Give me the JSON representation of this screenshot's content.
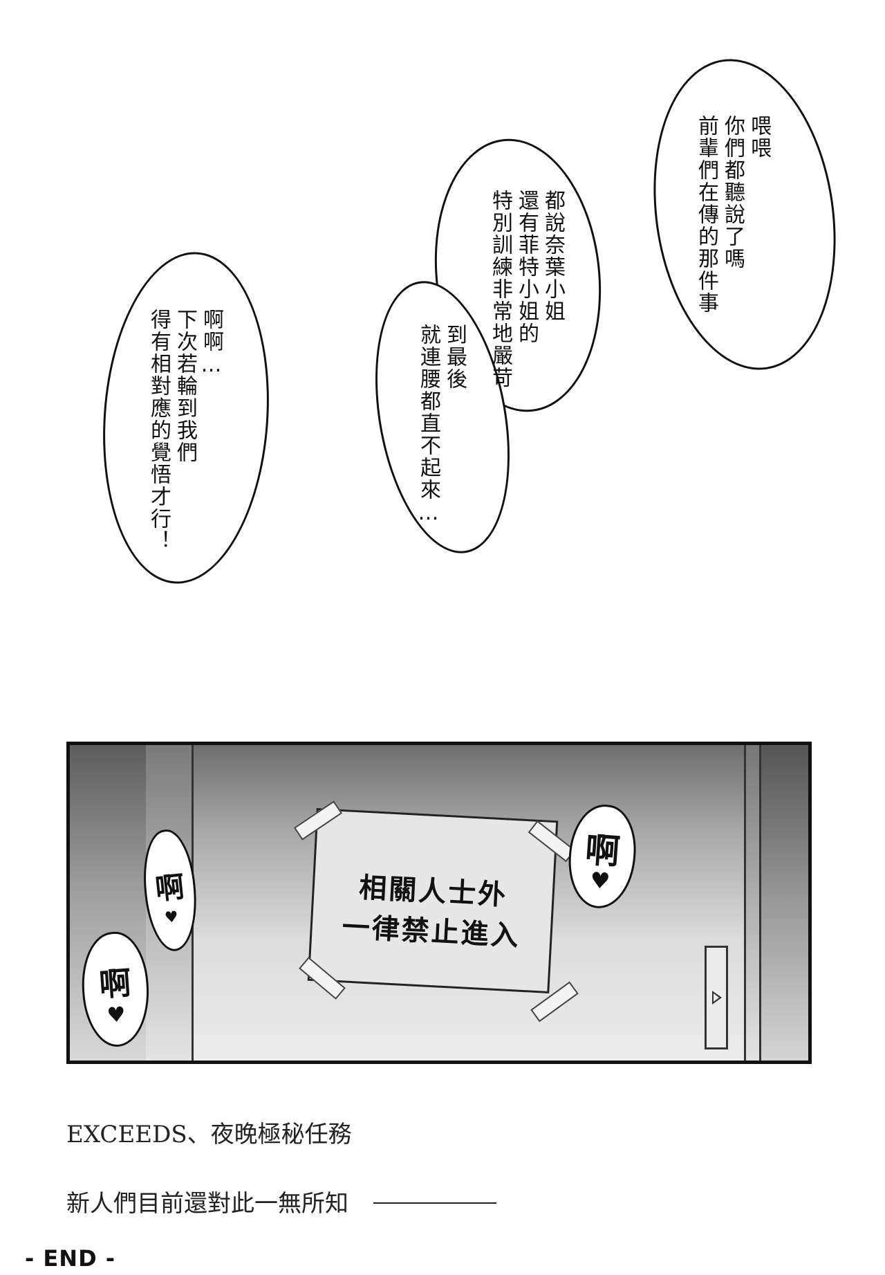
{
  "bubbles": [
    {
      "lines": [
        "喂喂",
        "你們都聽說了嗎",
        "前輩們在傳的那件事"
      ]
    },
    {
      "lines": [
        "都說奈葉小姐",
        "還有菲特小姐的",
        "特別訓練非常地嚴苛"
      ]
    },
    {
      "lines": [
        "到最後",
        "就連腰都直不起來…"
      ]
    },
    {
      "lines": [
        "啊啊…",
        "下次若輪到我們",
        "得有相對應的覺悟才行！"
      ]
    }
  ],
  "panel": {
    "sign": {
      "line1": "相關人士外",
      "line2": "一律禁止進入"
    },
    "sfx": {
      "a1": "啊",
      "a2": "啊",
      "a3": "啊",
      "heart": "♥"
    }
  },
  "caption": {
    "line1": "EXCEEDS、夜晚極秘任務",
    "line2": "新人們目前還對此一無所知"
  },
  "end_mark": "- END -"
}
